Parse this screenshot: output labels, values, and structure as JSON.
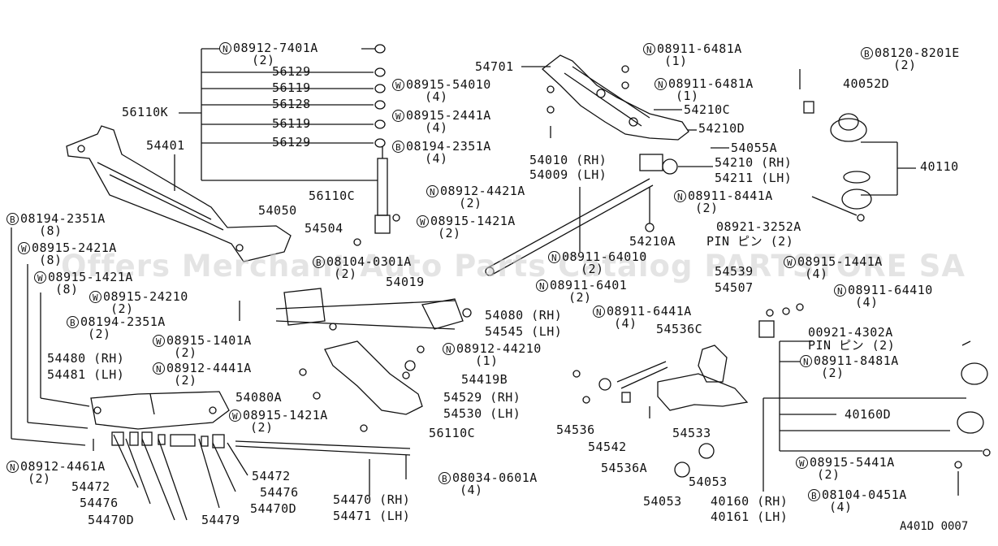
{
  "watermark": "Offers Merchant Auto Parts Catalog PARTSTORE SA",
  "figure_code": "A401D 0007",
  "labels": {
    "n_08912_7401A": {
      "text": "08912-7401A",
      "badge": "N",
      "qty": "(2)"
    },
    "p56129a": {
      "text": "56129"
    },
    "p56119a": {
      "text": "56119"
    },
    "p56128": {
      "text": "56128"
    },
    "p56119b": {
      "text": "56119"
    },
    "p56129b": {
      "text": "56129"
    },
    "p56110K": {
      "text": "56110K"
    },
    "p54401": {
      "text": "54401"
    },
    "w_08915_54010": {
      "text": "08915-54010",
      "badge": "W",
      "qty": "(4)"
    },
    "w_08915_2441A": {
      "text": "08915-2441A",
      "badge": "W",
      "qty": "(4)"
    },
    "b_08194_2351A_top": {
      "text": "08194-2351A",
      "badge": "B",
      "qty": "(4)"
    },
    "p54701": {
      "text": "54701"
    },
    "n_08911_6481A_a": {
      "text": "08911-6481A",
      "badge": "N",
      "qty": "(1)"
    },
    "n_08911_6481A_b": {
      "text": "08911-6481A",
      "badge": "N",
      "qty": "(1)"
    },
    "p54210C": {
      "text": "54210C"
    },
    "p54210D": {
      "text": "54210D"
    },
    "p54055A": {
      "text": "54055A"
    },
    "p54210rh": {
      "text": "54210 (RH)"
    },
    "p54211lh": {
      "text": "54211 (LH)"
    },
    "p54010rh": {
      "text": "54010 (RH)"
    },
    "p54009lh": {
      "text": "54009 (LH)"
    },
    "b_08120_8201E": {
      "text": "08120-8201E",
      "badge": "B",
      "qty": "(2)"
    },
    "p40052D": {
      "text": "40052D"
    },
    "p40110": {
      "text": "40110"
    },
    "n_08911_8441A": {
      "text": "08911-8441A",
      "badge": "N",
      "qty": "(2)"
    },
    "p08921_3252A": {
      "text": "08921-3252A"
    },
    "pin_a": {
      "text": "PIN ピン (2)"
    },
    "p54210A": {
      "text": "54210A"
    },
    "p56110C_top": {
      "text": "56110C"
    },
    "n_08912_4421A": {
      "text": "08912-4421A",
      "badge": "N",
      "qty": "(2)"
    },
    "w_08915_1421A_top": {
      "text": "08915-1421A",
      "badge": "W",
      "qty": "(2)"
    },
    "p54050": {
      "text": "54050"
    },
    "p54504": {
      "text": "54504"
    },
    "b_08194_2351A_left": {
      "text": "08194-2351A",
      "badge": "B",
      "qty": "(8)"
    },
    "w_08915_2421A": {
      "text": "08915-2421A",
      "badge": "W",
      "qty": "(8)"
    },
    "w_08915_1421A_left": {
      "text": "08915-1421A",
      "badge": "W",
      "qty": "(8)"
    },
    "w_08915_24210": {
      "text": "08915-24210",
      "badge": "W",
      "qty": "(2)"
    },
    "b_08194_2351A_mid": {
      "text": "08194-2351A",
      "badge": "B",
      "qty": "(2)"
    },
    "b_08104_0301A": {
      "text": "08104-0301A",
      "badge": "B",
      "qty": "(2)"
    },
    "p54019": {
      "text": "54019"
    },
    "n_08911_64010": {
      "text": "08911-64010",
      "badge": "N",
      "qty": "(2)"
    },
    "n_08911_6401": {
      "text": "08911-6401",
      "badge": "N",
      "qty": "(2)"
    },
    "p54080rh": {
      "text": "54080 (RH)"
    },
    "p54545lh": {
      "text": "54545 (LH)"
    },
    "w_08915_1401A": {
      "text": "08915-1401A",
      "badge": "W",
      "qty": "(2)"
    },
    "n_08912_44210": {
      "text": "08912-44210",
      "badge": "N",
      "qty": "(1)"
    },
    "n_08912_4441A": {
      "text": "08912-4441A",
      "badge": "N",
      "qty": "(2)"
    },
    "p54480rh": {
      "text": "54480 (RH)"
    },
    "p54481lh": {
      "text": "54481 (LH)"
    },
    "p54419B": {
      "text": "54419B"
    },
    "p54080A": {
      "text": "54080A"
    },
    "p54529rh": {
      "text": "54529 (RH)"
    },
    "p54530lh": {
      "text": "54530 (LH)"
    },
    "w_08915_1421A_bot": {
      "text": "08915-1421A",
      "badge": "W",
      "qty": "(2)"
    },
    "p56110C_bot": {
      "text": "56110C"
    },
    "n_08912_4461A": {
      "text": "08912-4461A",
      "badge": "N",
      "qty": "(2)"
    },
    "p54472a": {
      "text": "54472"
    },
    "p54472b": {
      "text": "54472"
    },
    "p54476a": {
      "text": "54476"
    },
    "p54476b": {
      "text": "54476"
    },
    "p54470D_a": {
      "text": "54470D"
    },
    "p54470D_b": {
      "text": "54470D"
    },
    "p54479": {
      "text": "54479"
    },
    "p54470rh": {
      "text": "54470 (RH)"
    },
    "p54471lh": {
      "text": "54471 (LH)"
    },
    "b_08034_0601A": {
      "text": "08034-0601A",
      "badge": "B",
      "qty": "(4)"
    },
    "p54539": {
      "text": "54539"
    },
    "p54507": {
      "text": "54507"
    },
    "w_08915_1441A": {
      "text": "08915-1441A",
      "badge": "W",
      "qty": "(4)"
    },
    "n_08911_64410": {
      "text": "08911-64410",
      "badge": "N",
      "qty": "(4)"
    },
    "n_08911_6441A": {
      "text": "08911-6441A",
      "badge": "N",
      "qty": "(4)"
    },
    "p54536C": {
      "text": "54536C"
    },
    "p00921_4302A": {
      "text": "00921-4302A"
    },
    "pin_b": {
      "text": "PIN ピン (2)"
    },
    "n_08911_8481A": {
      "text": "08911-8481A",
      "badge": "N",
      "qty": "(2)"
    },
    "p40160D": {
      "text": "40160D"
    },
    "p54536": {
      "text": "54536"
    },
    "p54542": {
      "text": "54542"
    },
    "p54533": {
      "text": "54533"
    },
    "p54536A": {
      "text": "54536A"
    },
    "p54053a": {
      "text": "54053"
    },
    "p54053b": {
      "text": "54053"
    },
    "w_08915_5441A": {
      "text": "08915-5441A",
      "badge": "W",
      "qty": "(2)"
    },
    "p40160rh": {
      "text": "40160 (RH)"
    },
    "p40161lh": {
      "text": "40161 (LH)"
    },
    "b_08104_0451A": {
      "text": "08104-0451A",
      "badge": "B",
      "qty": "(4)"
    }
  }
}
